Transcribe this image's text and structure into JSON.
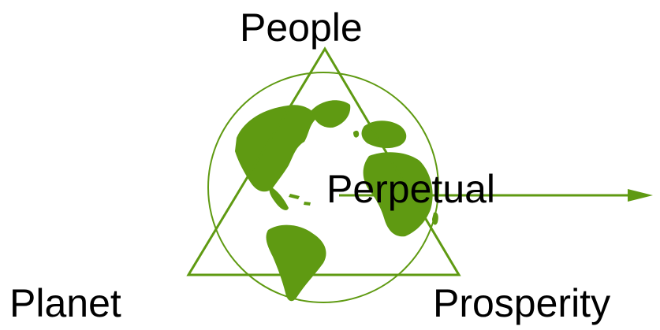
{
  "diagram": {
    "labels": {
      "top": "People",
      "bottom_left": "Planet",
      "bottom_right": "Prosperity",
      "center": "Perpetual"
    },
    "colors": {
      "accent": "#5f9a12",
      "text": "#000000",
      "background": "#ffffff"
    },
    "icons": [
      "globe-icon",
      "triangle-shape",
      "arrow-icon"
    ]
  }
}
